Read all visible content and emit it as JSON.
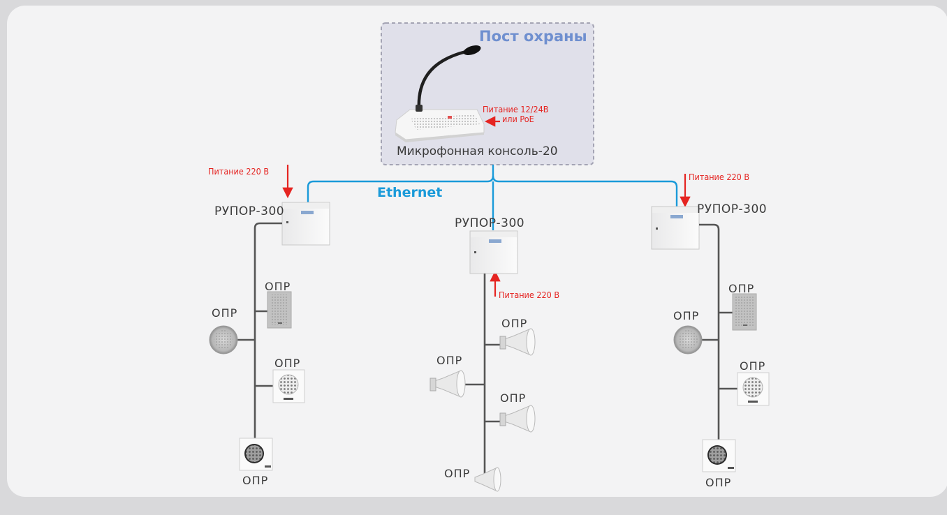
{
  "post": {
    "title": "Пост охраны",
    "console_label": "Микрофонная консоль-20",
    "power_line1": "Питание 12/24В",
    "power_line2": "или PoE"
  },
  "network": {
    "label": "Ethernet"
  },
  "left": {
    "amp_label": "РУПОР-300",
    "power_label": "Питание 220 В",
    "speakers": [
      "ОПР",
      "ОПР",
      "ОПР",
      "ОПР"
    ]
  },
  "center": {
    "amp_label": "РУПОР-300",
    "power_label": "Питание 220 В",
    "speakers": [
      "ОПР",
      "ОПР",
      "ОПР",
      "ОПР"
    ]
  },
  "right": {
    "amp_label": "РУПОР-300",
    "power_label": "Питание 220 В",
    "speakers": [
      "ОПР",
      "ОПР",
      "ОПР",
      "ОПР"
    ]
  },
  "colors": {
    "ethernet": "#1a9ad9",
    "power_arrow": "#e52421",
    "post_title": "#6f8fcf",
    "wire": "#555555"
  }
}
